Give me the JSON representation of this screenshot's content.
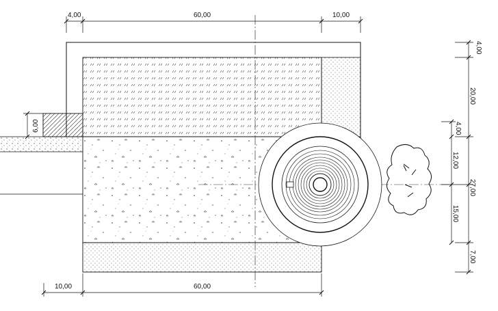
{
  "drawing": {
    "dimensions": {
      "top_left": "4,00",
      "top_center": "60,00",
      "top_right": "10,00",
      "bottom_left": "10,00",
      "bottom_center": "60,00",
      "left_step": "6,00",
      "right_1": "4,00",
      "right_2": "20,00",
      "right_3": "4,00",
      "right_4": "12,00",
      "right_5": "27,00",
      "right_6": "15,00",
      "right_7": "7,00"
    }
  }
}
